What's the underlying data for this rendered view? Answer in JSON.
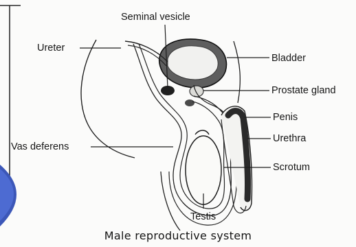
{
  "labels": {
    "seminal_vesicle": "Seminal vesicle",
    "ureter": "Ureter",
    "bladder": "Bladder",
    "prostate_gland": "Prostate gland",
    "penis": "Penis",
    "urethra": "Urethra",
    "vas_deferens": "Vas deferens",
    "scrotum": "Scrotum",
    "testis": "Testis"
  },
  "caption": "Male reproductive system"
}
